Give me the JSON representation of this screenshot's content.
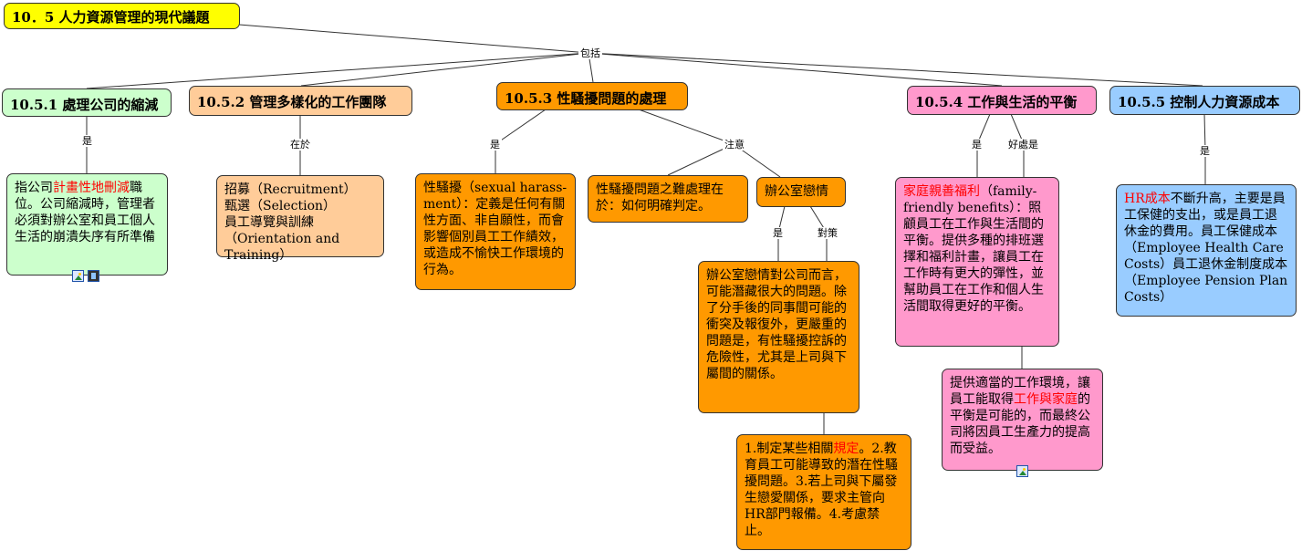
{
  "title": "10．5  人力資源管理的現代議題",
  "root_link": "包括",
  "categories": {
    "c1": "10.5.1  處理公司的縮減",
    "c2": "10.5.2  管理多樣化的工作團隊",
    "c3": "10.5.3  性騷擾問題的處理",
    "c4": "10.5.4  工作與生活的平衡",
    "c5": "10.5.5  控制人力資源成本"
  },
  "links": {
    "c1_is": "是",
    "c2_in": "在於",
    "c3_is": "是",
    "c3_note": "注意",
    "office_is": "是",
    "office_counter": "對策",
    "c4_is": "是",
    "c4_benefit": "好處是",
    "c5_is": "是"
  },
  "nodes": {
    "downsizing": {
      "pre": "指公司",
      "red": "計畫性地刪減",
      "post": "職位。公司縮減時，管理者必須對辦公室和員工個人生活的崩潰失序有所準備"
    },
    "diversity": {
      "l1": "招募（Recruitment）",
      "l2": "甄選（Selection）",
      "l3": "員工導覽與訓練（Orientation and Training）"
    },
    "harass_def": "性騷擾（sexual harass-ment）：定義是任何有關性方面、非自願性，而會影響個別員工工作績效，或造成不愉快工作環境的行為。",
    "harass_hard": "性騷擾問題之難處理在於：如何明確判定。",
    "office_romance": "辦公室戀情",
    "romance_issue": "辦公室戀情對公司而言，可能潛藏很大的問題。除了分手後的同事間可能的衝突及報復外，更嚴重的問題是，有性騷擾控訴的危險性，尤其是上司與下屬間的關係。",
    "romance_measures": {
      "pre": "1.制定某些相關",
      "red": "規定",
      "post": "。2.教育員工可能導致的潛在性騷擾問題。3.若上司與下屬發生戀愛關係，要求主管向HR部門報備。4.考慮禁止。"
    },
    "family_benefits": {
      "red": "家庭親善福利",
      "post": "（family-friendly benefits）：照顧員工在工作與生活間的平衡。提供多種的排班選擇和福利計畫，讓員工在工作時有更大的彈性，並幫助員工在工作和個人生活間取得更好的平衡。"
    },
    "balance_benefit": {
      "pre": "提供適當的工作環境，讓員工能取得",
      "red": "工作與家庭",
      "post": "的平衡是可能的，而最終公司將因員工生產力的提高而受益。"
    },
    "hr_cost": {
      "red": "HR成本",
      "post": "不斷升高，主要是員工保健的支出，或是員工退休金的費用。員工保健成本（Employee Health Care Costs）員工退休金制度成本（Employee Pension Plan Costs）"
    }
  },
  "icons": [
    "image-icon",
    "film-icon",
    "image-icon"
  ],
  "colors": {
    "title": "#ffff00",
    "green": "#ccffcc",
    "peach": "#ffcc99",
    "orange": "#ff9900",
    "pink": "#ff99cc",
    "blue": "#99ccff",
    "highlight": "#ff0000"
  }
}
